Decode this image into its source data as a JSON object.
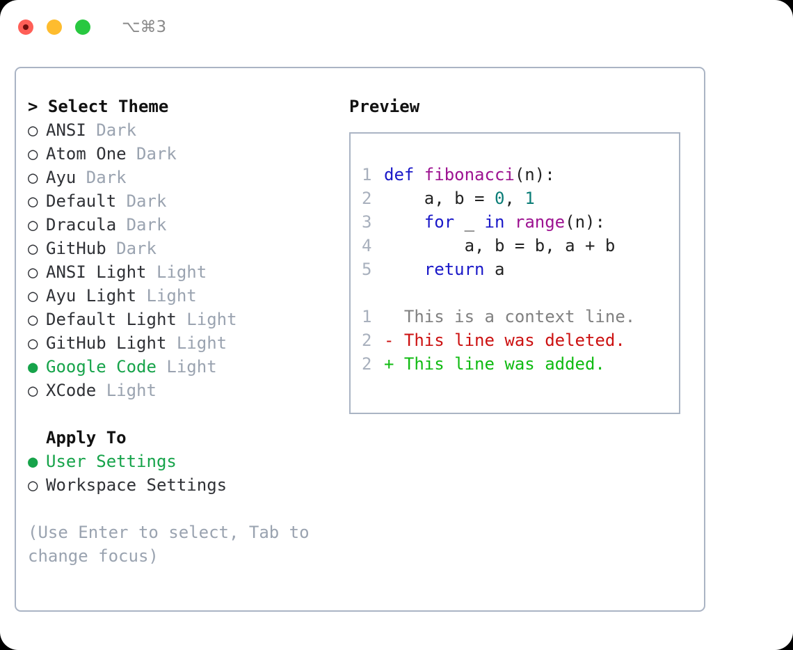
{
  "window": {
    "shortcut": "⌥⌘3",
    "traffic_lights": [
      "close-red",
      "minimize-yellow",
      "zoom-green"
    ]
  },
  "theme_picker": {
    "heading_marker": "> ",
    "heading": "Select Theme",
    "bullet_unselected": "○ ",
    "bullet_selected": "● ",
    "items": [
      {
        "name": "ANSI",
        "variant": "Dark",
        "selected": false
      },
      {
        "name": "Atom One",
        "variant": "Dark",
        "selected": false
      },
      {
        "name": "Ayu",
        "variant": "Dark",
        "selected": false
      },
      {
        "name": "Default",
        "variant": "Dark",
        "selected": false
      },
      {
        "name": "Dracula",
        "variant": "Dark",
        "selected": false
      },
      {
        "name": "GitHub",
        "variant": "Dark",
        "selected": false
      },
      {
        "name": "ANSI Light",
        "variant": "Light",
        "selected": false
      },
      {
        "name": "Ayu Light",
        "variant": "Light",
        "selected": false
      },
      {
        "name": "Default Light",
        "variant": "Light",
        "selected": false
      },
      {
        "name": "GitHub Light",
        "variant": "Light",
        "selected": false
      },
      {
        "name": "Google Code",
        "variant": "Light",
        "selected": true
      },
      {
        "name": "XCode",
        "variant": "Light",
        "selected": false
      }
    ]
  },
  "apply_to": {
    "label": "Apply To",
    "options": [
      {
        "name": "User Settings",
        "selected": true
      },
      {
        "name": "Workspace Settings",
        "selected": false
      }
    ]
  },
  "hint": "(Use Enter to select, Tab to change focus)",
  "preview": {
    "title": "Preview",
    "code_lines": [
      {
        "no": "1",
        "tokens": [
          {
            "t": "def ",
            "c": "kw"
          },
          {
            "t": "fibonacci",
            "c": "fn"
          },
          {
            "t": "(n):",
            "c": "plain"
          }
        ]
      },
      {
        "no": "2",
        "tokens": [
          {
            "t": "    a, b = ",
            "c": "plain"
          },
          {
            "t": "0",
            "c": "num"
          },
          {
            "t": ", ",
            "c": "plain"
          },
          {
            "t": "1",
            "c": "num"
          }
        ]
      },
      {
        "no": "3",
        "tokens": [
          {
            "t": "    ",
            "c": "plain"
          },
          {
            "t": "for",
            "c": "kw"
          },
          {
            "t": " _ ",
            "c": "plain"
          },
          {
            "t": "in",
            "c": "kw"
          },
          {
            "t": " ",
            "c": "plain"
          },
          {
            "t": "range",
            "c": "fn"
          },
          {
            "t": "(n):",
            "c": "plain"
          }
        ]
      },
      {
        "no": "4",
        "tokens": [
          {
            "t": "        a, b = b, a + b",
            "c": "plain"
          }
        ]
      },
      {
        "no": "5",
        "tokens": [
          {
            "t": "    ",
            "c": "plain"
          },
          {
            "t": "return",
            "c": "kw"
          },
          {
            "t": " a",
            "c": "plain"
          }
        ]
      }
    ],
    "diff_lines": [
      {
        "no": "1",
        "text": "  This is a context line.",
        "kind": "ctx"
      },
      {
        "no": "2",
        "text": "- This line was deleted.",
        "kind": "del"
      },
      {
        "no": "2",
        "text": "+ This line was added.",
        "kind": "add"
      }
    ]
  },
  "colors": {
    "selected_green": "#16a34a",
    "muted_gray": "#9aa3b0",
    "border": "#aab4c4",
    "keyword_blue": "#1a18c8",
    "function_magenta": "#9d1391",
    "number_teal": "#0b7d77",
    "diff_add": "#10bb12",
    "diff_del": "#cc1111"
  }
}
